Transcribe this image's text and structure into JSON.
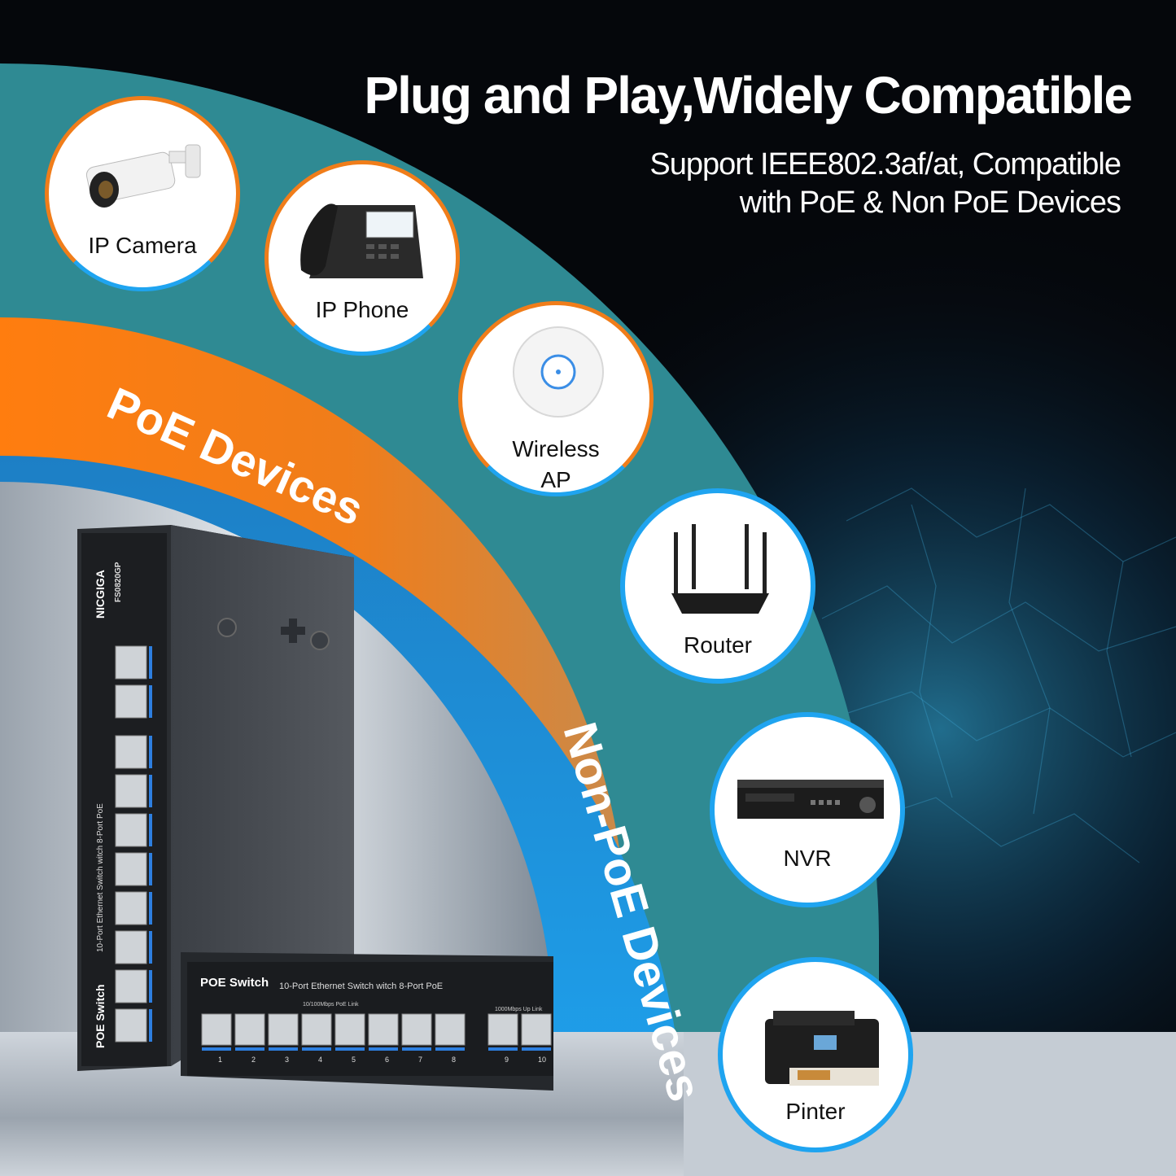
{
  "headline": "Plug and Play,Widely Compatible",
  "subline_1": "Support IEEE802.3af/at, Compatible",
  "subline_2": "with PoE & Non PoE Devices",
  "band_poe": "PoE Devices",
  "band_non_poe": "Non-PoE Devices",
  "devices": [
    {
      "label": "IP Camera",
      "icon": "camera-icon"
    },
    {
      "label": "IP Phone",
      "icon": "phone-icon"
    },
    {
      "label": "Wireless",
      "label2": "AP",
      "icon": "access-point-icon"
    },
    {
      "label": "Router",
      "icon": "router-icon"
    },
    {
      "label": "NVR",
      "icon": "nvr-icon"
    },
    {
      "label": "Pinter",
      "icon": "printer-icon"
    }
  ],
  "switch": {
    "brand": "NICGIGA",
    "model": "FS0820GP",
    "front_title": "POE Switch",
    "front_desc": "10-Port Ethernet Switch witch 8-Port PoE",
    "poe_link": "10/100Mbps PoE Link",
    "uplink": "1000Mbps Up Link",
    "ports": [
      "1",
      "2",
      "3",
      "4",
      "5",
      "6",
      "7",
      "8",
      "9",
      "10"
    ]
  },
  "colors": {
    "teal": "#2f8a93",
    "orange": "#f07d1a",
    "blue": "#1fa4f0",
    "background": "#05070b"
  }
}
